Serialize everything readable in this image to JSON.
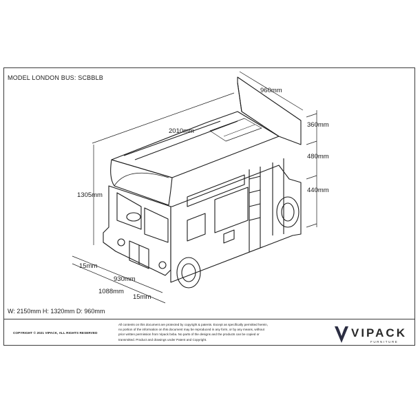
{
  "header": {
    "model_title": "MODEL LONDON BUS: SCBBLB"
  },
  "dimensions": {
    "depth": "960mm",
    "length": "2010mm",
    "top_rail": "360mm",
    "upper_gap": "480mm",
    "lower_height": "440mm",
    "total_height": "1305mm",
    "offset_left": "15mm",
    "inner_width": "930mm",
    "outer_width": "1088mm",
    "offset_bottom": "15mm"
  },
  "overall": "W: 2150mm H: 1320mm D: 960mm",
  "footer": {
    "copyright": "COPYRIGHT  © 2021 VIPACK, ALL RIGHTS RESERVED",
    "legal_lines": [
      "All contents on this document are protected by copyright & patents. Except as specifically permitted herein,",
      "no portion of the information on this document may be reproduced in any form, or by any means, without",
      "prior written permission from Vipack bvba. No parts of the designs and the products can be copied or",
      "transmitted. Product and drawings under Patent and Copyright."
    ],
    "brand_name": "VIPACK",
    "brand_sub": "FURNITURE",
    "brand_color": "#2b2d42"
  }
}
